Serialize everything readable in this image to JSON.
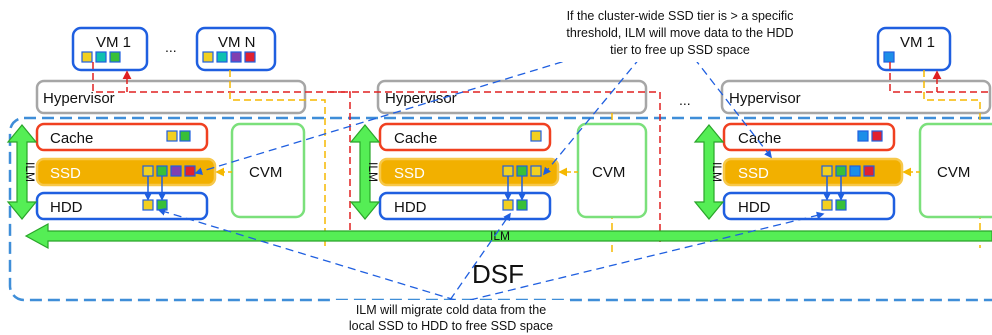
{
  "vm_labels": {
    "vm1": "VM 1",
    "vmn": "VM N",
    "vm1_right": "VM 1"
  },
  "ellipsis": "...",
  "hypervisor_label": "Hypervisor",
  "tiers": {
    "cache": "Cache",
    "ssd": "SSD",
    "hdd": "HDD"
  },
  "cvm_label": "CVM",
  "ilm_label": "ILM",
  "dsf_label": "DSF",
  "annotation_top": [
    "If the cluster-wide SSD tier is > a specific",
    "threshold, ILM will move data to the HDD",
    "tier to free up SSD space"
  ],
  "annotation_bottom": [
    "ILM will migrate cold data from the",
    "local SSD to HDD to free SSD space"
  ],
  "colors": {
    "vm_border": "#1f5fe0",
    "hypervisor_border": "#a6a6a6",
    "cache_border": "#f04020",
    "ssd_fill": "#f2b000",
    "ssd_border": "#f7c84a",
    "hdd_border": "#1f5fe0",
    "cvm_border": "#7be07b",
    "ilm_green": "#55ee55",
    "ilm_green_border": "#2aa52a",
    "dsf_border": "#3f8ed8",
    "dash_red": "#e02020",
    "dash_orange": "#f5b800",
    "arrow_blue": "#1f5fe0",
    "block_yellow": "#f2d020",
    "block_teal": "#10c0b0",
    "block_green": "#38c038",
    "block_purple": "#8040b0",
    "block_red": "#e02030",
    "block_blue": "#1c8ee8"
  }
}
